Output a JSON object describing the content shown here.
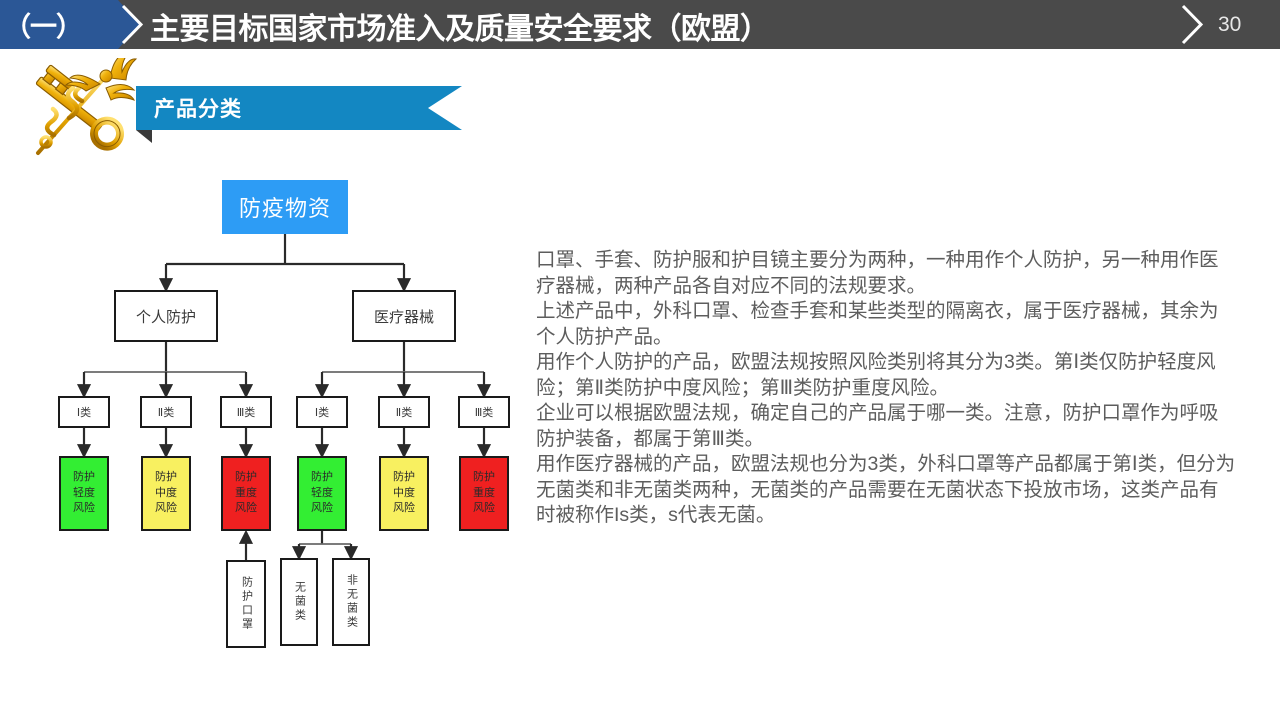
{
  "header": {
    "section_label": "（一）",
    "title": "主要目标国家市场准入及质量安全要求（欧盟）",
    "page_number": "30",
    "bar_color": "#4a4a4a",
    "chevron_color": "#2b5796"
  },
  "subtitle": {
    "text": "产品分类",
    "banner_color": "#1387c2",
    "icon": "caduceus-key-emblem"
  },
  "diagram": {
    "root": {
      "label": "防疫物资",
      "color": "#2d9cf5"
    },
    "branches": [
      {
        "label": "个人防护",
        "classes": [
          {
            "label": "Ⅰ类",
            "risk": {
              "lines": [
                "防护",
                "轻度",
                "风险"
              ],
              "color": "#33ee33"
            }
          },
          {
            "label": "Ⅱ类",
            "risk": {
              "lines": [
                "防护",
                "中度",
                "风险"
              ],
              "color": "#f8f060"
            }
          },
          {
            "label": "Ⅲ类",
            "risk": {
              "lines": [
                "防护",
                "重度",
                "风险"
              ],
              "color": "#ef2020"
            }
          }
        ]
      },
      {
        "label": "医疗器械",
        "classes": [
          {
            "label": "Ⅰ类",
            "risk": {
              "lines": [
                "防护",
                "轻度",
                "风险"
              ],
              "color": "#33ee33"
            }
          },
          {
            "label": "Ⅱ类",
            "risk": {
              "lines": [
                "防护",
                "中度",
                "风险"
              ],
              "color": "#f8f060"
            }
          },
          {
            "label": "Ⅲ类",
            "risk": {
              "lines": [
                "防护",
                "重度",
                "风险"
              ],
              "color": "#ef2020"
            }
          }
        ]
      }
    ],
    "leaves": {
      "mask": "防护口罩",
      "sterile": "无菌类",
      "nonsterile": "非无菌类"
    }
  },
  "body": {
    "paragraphs": [
      "口罩、手套、防护服和护目镜主要分为两种，一种用作个人防护，另一种用作医疗器械，两种产品各自对应不同的法规要求。",
      "上述产品中，外科口罩、检查手套和某些类型的隔离衣，属于医疗器械，其余为个人防护产品。",
      "用作个人防护的产品，欧盟法规按照风险类别将其分为3类。第Ⅰ类仅防护轻度风险；第Ⅱ类防护中度风险；第Ⅲ类防护重度风险。",
      "企业可以根据欧盟法规，确定自己的产品属于哪一类。注意，防护口罩作为呼吸防护装备，都属于第Ⅲ类。",
      "用作医疗器械的产品，欧盟法规也分为3类，外科口罩等产品都属于第Ⅰ类，但分为无菌类和非无菌类两种，无菌类的产品需要在无菌状态下投放市场，这类产品有时被称作Is类，s代表无菌。"
    ],
    "text_color": "#5d5d5d"
  }
}
